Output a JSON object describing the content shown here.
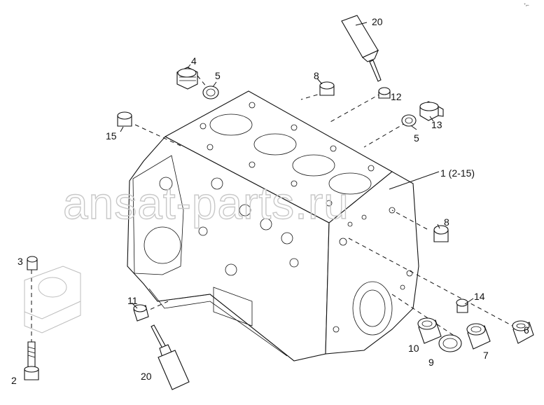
{
  "corner_mark": "ᐩ⌐",
  "watermark": "ansat-parts.ru",
  "labels": {
    "l1": "1 (2-15)",
    "l2": "2",
    "l3": "3",
    "l4": "4",
    "l5a": "5",
    "l5b": "5",
    "l6": "6",
    "l7": "7",
    "l8a": "8",
    "l8b": "8",
    "l9": "9",
    "l10": "10",
    "l11": "11",
    "l12": "12",
    "l13": "13",
    "l14": "14",
    "l15": "15",
    "l20a": "20",
    "l20b": "20"
  }
}
